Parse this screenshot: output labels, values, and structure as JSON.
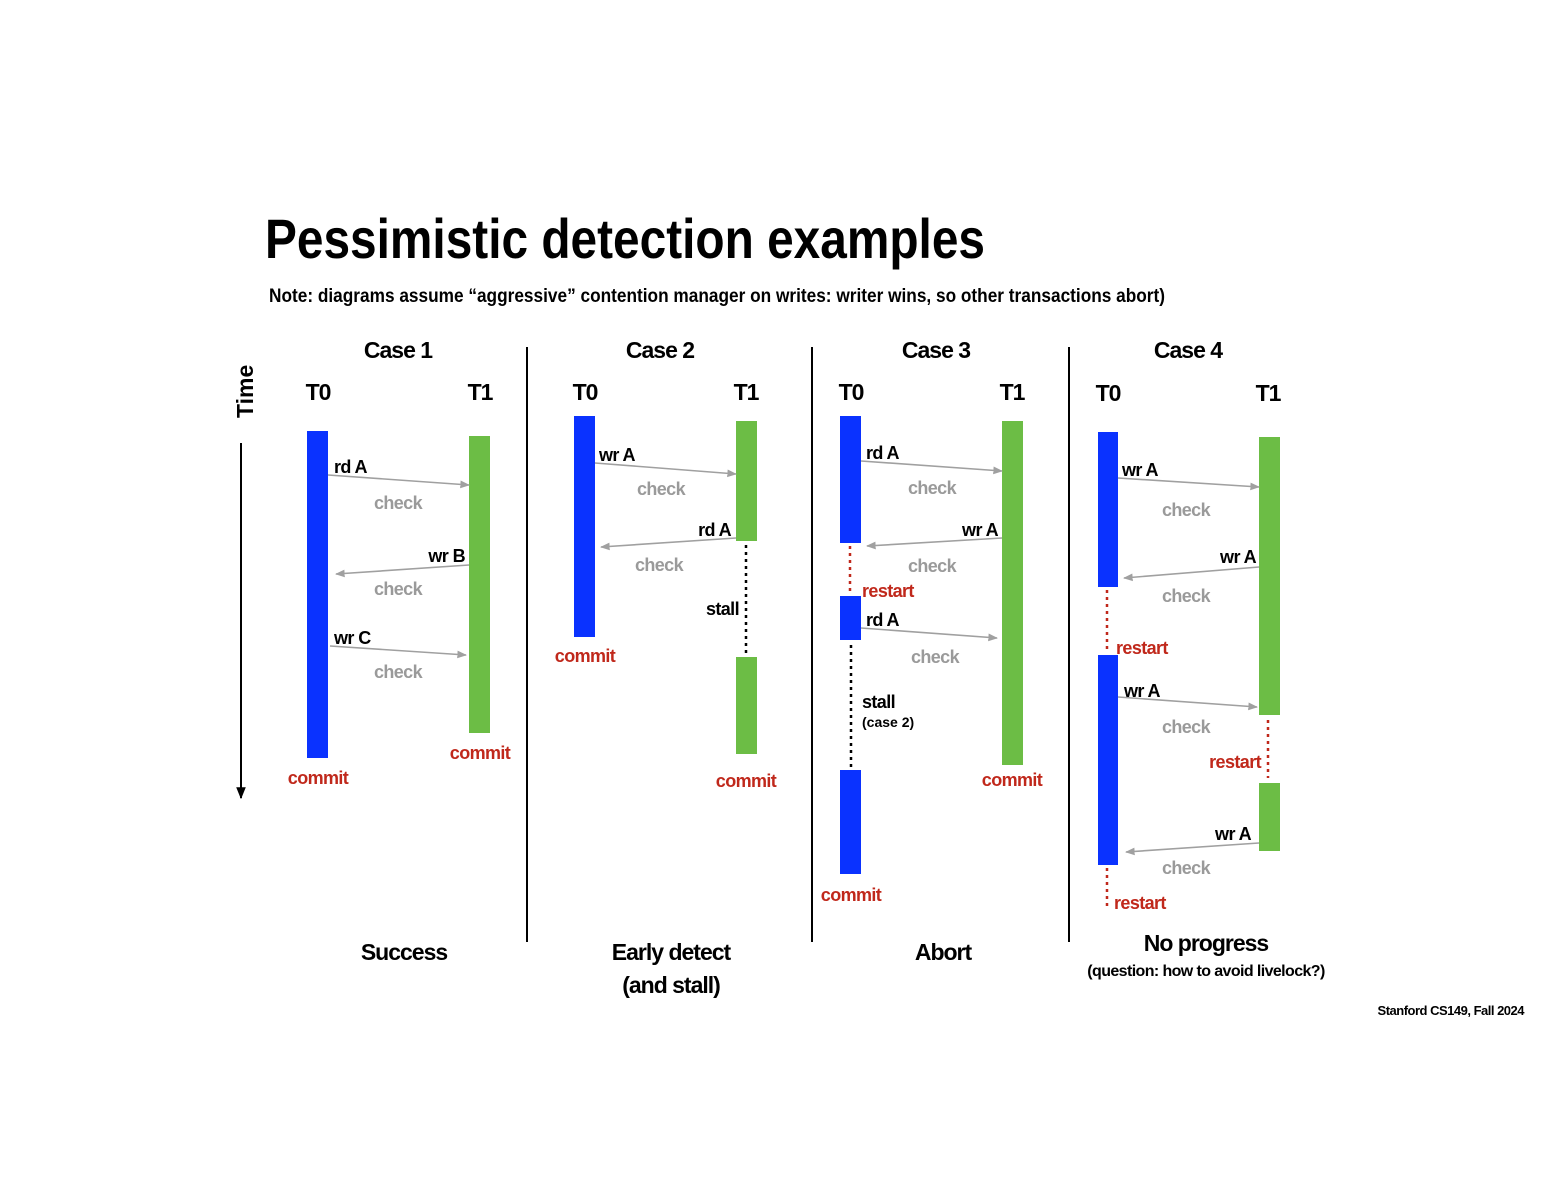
{
  "title": "Pessimistic detection examples",
  "note": "Note: diagrams assume “aggressive” contention manager on writes: writer wins, so other transactions abort)",
  "time_label": "Time",
  "footer": "Stanford CS149, Fall 2024",
  "colors": {
    "t0": "#0a32ff",
    "t1": "#6cbd45",
    "restart": "#c0281b",
    "check": "#9a9a9a"
  },
  "case1": {
    "title": "Case 1",
    "t0": "T0",
    "t1": "T1",
    "op1": "rd A",
    "op2": "wr B",
    "op3": "wr C",
    "check": "check",
    "commit": "commit",
    "caption": "Success"
  },
  "case2": {
    "title": "Case 2",
    "t0": "T0",
    "t1": "T1",
    "op1": "wr A",
    "op2": "rd A",
    "check": "check",
    "stall": "stall",
    "commit": "commit",
    "caption1": "Early detect",
    "caption2": "(and stall)"
  },
  "case3": {
    "title": "Case 3",
    "t0": "T0",
    "t1": "T1",
    "op1": "rd A",
    "op2": "wr A",
    "op3": "rd A",
    "check": "check",
    "restart": "restart",
    "stall": "stall",
    "stall_note": "(case 2)",
    "commit": "commit",
    "caption": "Abort"
  },
  "case4": {
    "title": "Case 4",
    "t0": "T0",
    "t1": "T1",
    "op": "wr A",
    "check": "check",
    "restart": "restart",
    "caption": "No progress",
    "question": "(question: how to avoid livelock?)"
  }
}
